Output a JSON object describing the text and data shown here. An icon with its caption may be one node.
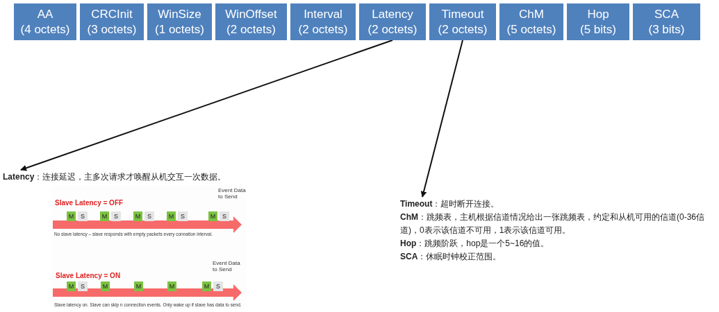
{
  "diagram": {
    "nodes": [
      {
        "text": [
          "AA",
          "(4 octets)"
        ]
      },
      {
        "text": [
          "CRCInit",
          "(3 octets)"
        ]
      },
      {
        "text": [
          "WinSize",
          "(1 octets)"
        ]
      },
      {
        "text": [
          "WinOffset",
          "(2 octets)"
        ]
      },
      {
        "text": [
          "Interval",
          "(2 octets)"
        ]
      },
      {
        "text": [
          "Latency",
          "(2 octets)"
        ]
      },
      {
        "text": [
          "Timeout",
          "(2 octets)"
        ]
      },
      {
        "text": [
          "ChM",
          "(5 octets)"
        ]
      },
      {
        "text": [
          "Hop",
          "(5 bits)"
        ]
      },
      {
        "text": [
          "SCA",
          "(3 bits)"
        ]
      },
      {
        "text": [
          "**Latency**：连接延迟，主多次请求才唤醒从机交互一次数据。"
        ]
      },
      {
        "text": [
          "**Timeout**：超时断开连接。",
          "**ChM**：跳频表，主机根据信道情况给出一张跳频表，约定和从机可用的信道(0-36信道)，0表示该信道不可用，1表示该信道可用。",
          "**Hop**：跳频阶跃，hop是一个5~16的值。",
          "**SCA**：休眠时钟校正范围。"
        ]
      }
    ],
    "edges": [
      {
        "from": 5,
        "to": 10,
        "arrow": "to"
      },
      {
        "from": 6,
        "to": 11,
        "arrow": "to"
      }
    ],
    "labels": [
      "Event Data to Send",
      "Slave Latency = OFF",
      "M",
      "S",
      "M",
      "S",
      "M",
      "S",
      "M",
      "S",
      "M",
      "S",
      "No slave latency – slave responds with empty packets every connation interval.",
      "Event Data to Send",
      "Slave Latency = ON",
      "M",
      "S",
      "M",
      "M",
      "M",
      "M",
      "S",
      "Slave latency on.  Slave can skip n connection events. Only wake up if slave has data to send."
    ]
  }
}
